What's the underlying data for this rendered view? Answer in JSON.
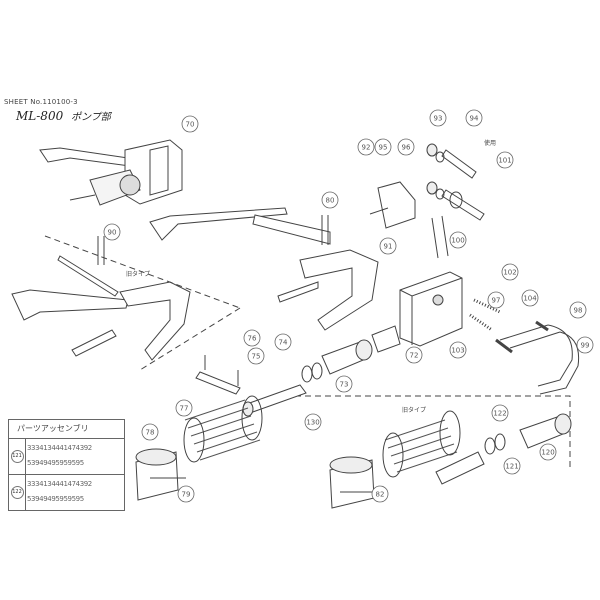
{
  "sheet": {
    "number": "SHEET No.110100-3"
  },
  "title": {
    "model": "ML-800",
    "section": "ポンプ部"
  },
  "notes": {
    "old_type_1": "旧タイプ",
    "old_type_2": "旧タイプ",
    "used": "使用"
  },
  "callouts": [
    "70",
    "90",
    "80",
    "76",
    "75",
    "77",
    "78",
    "74",
    "73",
    "130",
    "72",
    "91",
    "92",
    "93",
    "94",
    "95",
    "96",
    "100",
    "101",
    "97",
    "98",
    "99",
    "102",
    "103",
    "104",
    "120",
    "121",
    "122",
    "79",
    "82"
  ],
  "parts_table": {
    "header": "パーツアッセンブリ",
    "rows": [
      {
        "id": "121",
        "nums": "3334134441474392",
        "nums2": "53949495959595"
      },
      {
        "id": "122",
        "nums": "3334134441474392",
        "nums2": "53949495959595"
      }
    ]
  }
}
